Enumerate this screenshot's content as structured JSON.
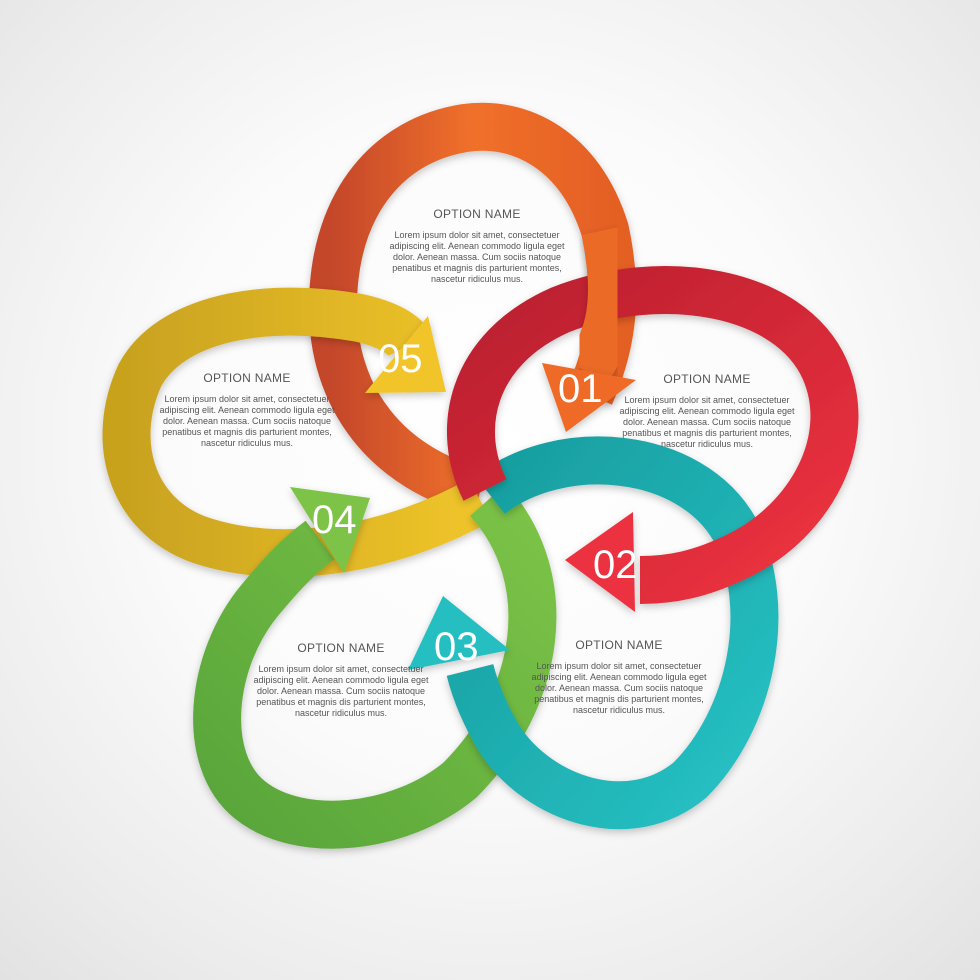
{
  "colors": {
    "step1": "#d42a35",
    "step2": "#e8333e",
    "step3": "#20b2b4",
    "step4": "#67b53f",
    "step5": "#e2b41b",
    "orange_ring": "#ea6c24",
    "gold_ring": "#c8a22a"
  },
  "steps": [
    {
      "number": "01",
      "title": "OPTION NAME",
      "body": "Lorem ipsum dolor sit amet, consectetuer adipiscing elit. Aenean commodo ligula eget dolor. Aenean massa. Cum sociis natoque penatibus et magnis dis parturient montes, nascetur ridiculus mus."
    },
    {
      "number": "02",
      "title": "OPTION NAME",
      "body": "Lorem ipsum dolor sit amet, consectetuer adipiscing elit. Aenean commodo ligula eget dolor. Aenean massa. Cum sociis natoque penatibus et magnis dis parturient montes, nascetur ridiculus mus."
    },
    {
      "number": "03",
      "title": "OPTION NAME",
      "body": "Lorem ipsum dolor sit amet, consectetuer adipiscing elit. Aenean commodo ligula eget dolor. Aenean massa. Cum sociis natoque penatibus et magnis dis parturient montes, nascetur ridiculus mus."
    },
    {
      "number": "04",
      "title": "OPTION NAME",
      "body": "Lorem ipsum dolor sit amet, consectetuer adipiscing elit. Aenean commodo ligula eget dolor. Aenean massa. Cum sociis natoque penatibus et magnis dis parturient montes, nascetur ridiculus mus."
    },
    {
      "number": "05",
      "title": "OPTION NAME",
      "body": "Lorem ipsum dolor sit amet, consectetuer adipiscing elit. Aenean commodo ligula eget dolor. Aenean massa. Cum sociis natoque penatibus et magnis dis parturient montes, nascetur ridiculus mus."
    }
  ]
}
